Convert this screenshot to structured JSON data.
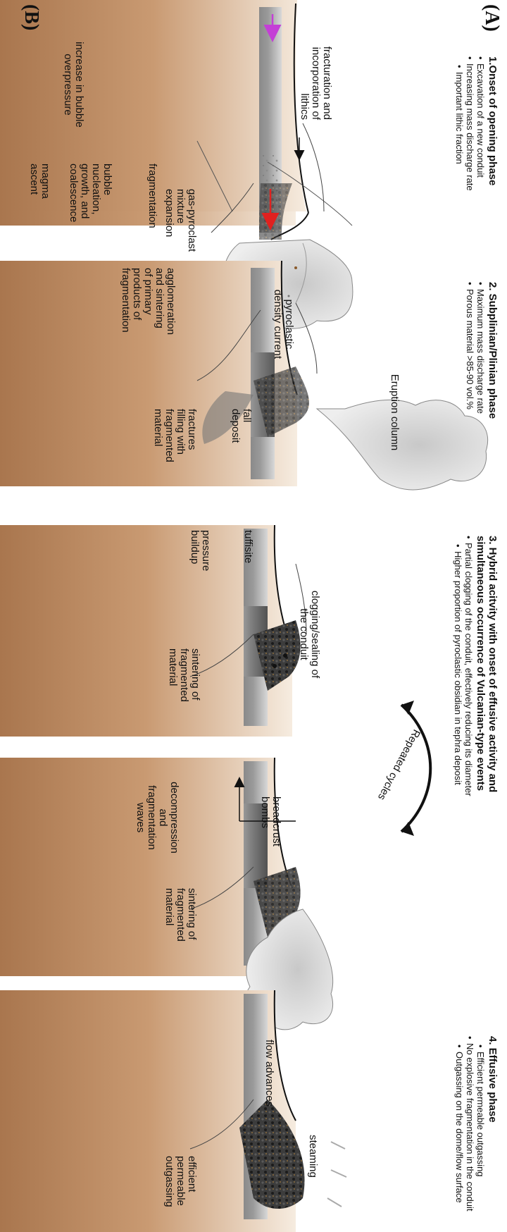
{
  "panel_labels": {
    "a": "(A)",
    "b": "(B)"
  },
  "phases": [
    {
      "title": "1.Onset of opening phase",
      "bullets": [
        "Excavation of a new conduit",
        "Increasing mass discharge rate"
      ],
      "sub_bullets": [
        "Important lithic fraction"
      ]
    },
    {
      "title": "2. Subplinian/Plinian phase",
      "bullets": [
        "Maximum mass discharge rate",
        "Porous material >85-90 vol.%"
      ],
      "sub_bullets": []
    },
    {
      "title": "3. Hybrid acitvity with onset of effusive activity and\nsimultaneous occurrence of Vulcanian-type events",
      "bullets": [
        "Partial clogging of the conduit, effectively reducing its diameter"
      ],
      "sub_bullets": [
        "Higher proportion of pyroclastic obsidian in tephra deposit"
      ]
    },
    {
      "title": "4. Effusive phase",
      "bullets": [
        "No explosive fragmentation in the conduit"
      ],
      "sub_bullets": [
        "Efficient permeable outgassing",
        "Outgassing on the dome/flow surface"
      ]
    }
  ],
  "cycle_label": "Repeated cycles",
  "annotations": {
    "fracturation": "fracturation and\nincorporation of\nlithics",
    "bubble_overpressure": "increase in  bubble\noverpressure",
    "gas_pyroclast": "gas-pyroclast\nmixture\nexpansion",
    "fragmentation": "fragmentation",
    "bubble_nucleation": "bubble\nnucleation,\ngrowth, and\ncoalescence",
    "magma_ascent": "magma\nascent",
    "pdc": "pyroclastic\ndensity current",
    "eruption_column": "Eruption column",
    "agglomeration": "agglomeration\nand sintering\nof primary\nproducts of\nfragmentation",
    "fall_deposit": "fall\ndeposit",
    "fractures_filling": "fractures\nfilling with\nfragmented\nmaterial",
    "tuffisite": "tuffisite",
    "pressure_buildup": "pressure\nbuildup",
    "clogging": "clogging/sealing of\nthe conduit",
    "sintering_3": "sintering of\nfragmented\nmaterial",
    "breadcrust": "breadcrust\nbombs",
    "decompression": "decompression\nand\nfragmentation\nwaves",
    "sintering_4": "sintering of\nfragmented\nmaterial",
    "flow_advances": "flow advances",
    "steaming": "steaming",
    "efficient_outgassing": "efficient\npermeable\noutgassing"
  },
  "colors": {
    "crust_top": "#f3e6d6",
    "crust_bottom": "#a9764e",
    "conduit": "#9a9a9a",
    "cloud": "#d9d9d9",
    "dome": "#2b2b2b",
    "arrow_gas": "#e0211f",
    "arrow_magma": "#c43fd6"
  }
}
